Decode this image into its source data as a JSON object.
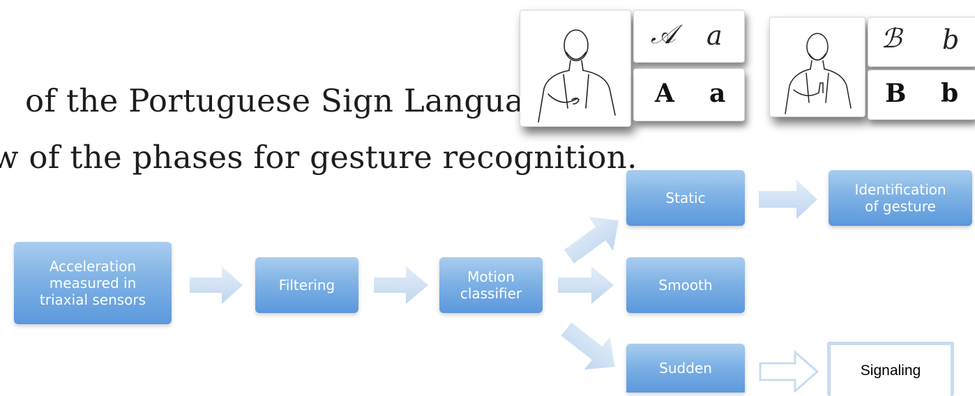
{
  "text_lines": {
    "line1": "of the Portuguese Sign Language.",
    "line2": "w of the phases for gesture recognition."
  },
  "cards": {
    "a_script_upper": "𝒜",
    "a_script_lower": "a",
    "a_print_upper": "A",
    "a_print_lower": "a",
    "b_script_upper": "ℬ",
    "b_script_lower": "b",
    "b_print_upper": "B",
    "b_print_lower": "b"
  },
  "diagram": {
    "acceleration": [
      "Acceleration",
      "measured in",
      "triaxial sensors"
    ],
    "filtering": "Filtering",
    "motion_classifier": [
      "Motion",
      "classifier"
    ],
    "static": "Static",
    "smooth": "Smooth",
    "sudden": "Sudden",
    "identification": [
      "Identification",
      "of gesture"
    ],
    "signaling": "Signaling"
  },
  "colors": {
    "box_top": "#a8cdee",
    "box_bottom": "#5b98dc",
    "arrow_fill": "#cfe0f3",
    "outline_box": "#c7dcf2"
  }
}
